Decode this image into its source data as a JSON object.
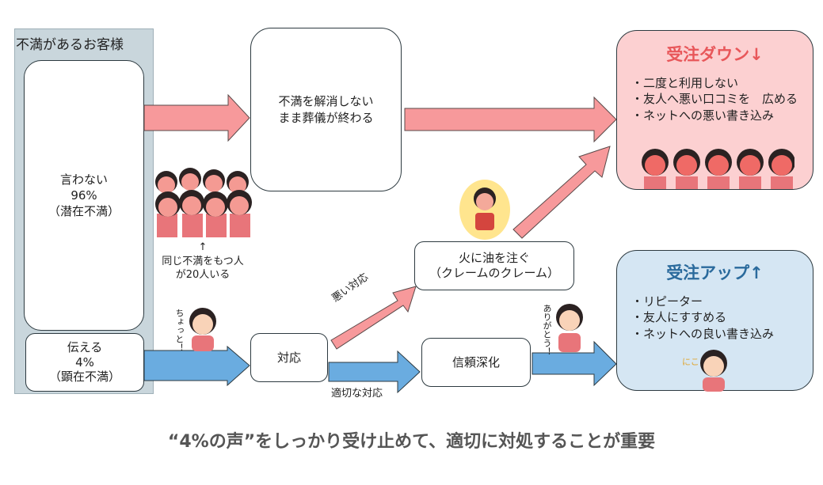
{
  "group": {
    "title": "不満があるお客様"
  },
  "silent": {
    "line1": "言わない",
    "line2": "96%",
    "line3": "（潜在不満）"
  },
  "voice": {
    "line1": "伝える",
    "line2": "4%",
    "line3": "（顕在不満）"
  },
  "unresolved": {
    "line1": "不満を解消しない",
    "line2": "まま葬儀が終わる"
  },
  "crowd_note": {
    "arrow": "↑",
    "line1": "同じ不満をもつ人",
    "line2": "が20人いる"
  },
  "speech": {
    "complain": "ちょっと！",
    "thanks": "ありがとう！"
  },
  "response": {
    "label": "対応"
  },
  "bad_response": {
    "label": "悪い対応"
  },
  "good_response": {
    "label": "適切な対応"
  },
  "fire": {
    "line1": "火に油を注ぐ",
    "line2": "（クレームのクレーム）"
  },
  "trust": {
    "label": "信頼深化"
  },
  "order_down": {
    "title": "受注ダウン↓",
    "items": [
      "・二度と利用しない",
      "・友人へ悪い口コミを　広める",
      "・ネットへの悪い書き込み"
    ]
  },
  "order_up": {
    "title": "受注アップ↑",
    "items": [
      "・リピーター",
      "・友人にすすめる",
      "・ネットへの良い書き込み"
    ]
  },
  "bottom_message": "“4%の声”をしっかり受け止めて、適切に対処することが重要",
  "colors": {
    "pink_arrow": "#f7999b",
    "blue_arrow": "#6aace0",
    "down_bg": "#fcd0d1",
    "up_bg": "#d5e6f3",
    "down_title": "#e8575a",
    "up_title": "#2a6a9c",
    "panel_bg": "#c9d6dc"
  }
}
